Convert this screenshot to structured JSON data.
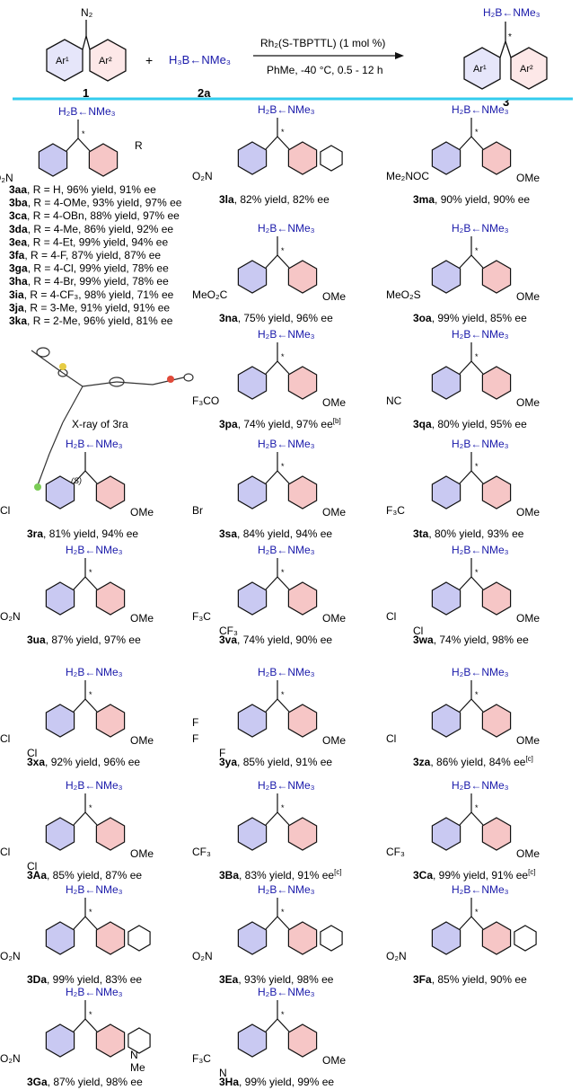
{
  "scheme": {
    "reactant1_label": "1",
    "reagent_label": "2a",
    "product_label": "3",
    "diazo_group": "N₂",
    "aryl1": "Ar¹",
    "aryl2": "Ar²",
    "plus_sign": "+",
    "reagent_formula": "H₃B←NMe₃",
    "condition_catalyst": "Rh₂(S-TBPTTL) (1 mol %)",
    "condition_solvent": "PhMe, -40 °C, 0.5 - 12 h",
    "product_fragment": "H₂B←NMe₃",
    "stereo_star": "*"
  },
  "colors": {
    "accent_line": "#33ccee",
    "left_ring": "#c9c9f2",
    "right_ring": "#f6c6c6",
    "boron": "#1a1aaa"
  },
  "panel_a_variants": [
    {
      "code": "3aa",
      "text": ", R = H, 96% yield, 91% ee"
    },
    {
      "code": "3ba",
      "text": ", R = 4-OMe, 93% yield, 97% ee"
    },
    {
      "code": "3ca",
      "text": ", R = 4-OBn, 88% yield, 97% ee"
    },
    {
      "code": "3da",
      "text": ", R = 4-Me, 86% yield, 92% ee"
    },
    {
      "code": "3ea",
      "text": ", R = 4-Et, 99% yield, 94% ee"
    },
    {
      "code": "3fa",
      "text": ", R = 4-F, 87% yield, 87% ee"
    },
    {
      "code": "3ga",
      "text": ", R = 4-Cl, 99% yield, 78% ee"
    },
    {
      "code": "3ha",
      "text": ", R = 4-Br, 99% yield, 78% ee"
    },
    {
      "code": "3ia",
      "text": ", R = 4-CF₃, 98% yield, 71% ee"
    },
    {
      "code": "3ja",
      "text": ", R = 3-Me, 91% yield, 91% ee"
    },
    {
      "code": "3ka",
      "text": ", R = 2-Me, 96% yield, 81% ee"
    }
  ],
  "xray_caption": "X-ray of 3ra",
  "compounds": [
    {
      "code": "3la",
      "text": ", 82% yield, 82% ee",
      "left": "O₂N",
      "right": "dioxolane",
      "sup": ""
    },
    {
      "code": "3ma",
      "text": ", 90% yield, 90% ee",
      "left": "Me₂NOC",
      "right": "OMe",
      "sup": ""
    },
    {
      "code": "3na",
      "text": ", 75% yield, 96% ee",
      "left": "MeO₂C",
      "right": "OMe",
      "sup": ""
    },
    {
      "code": "3oa",
      "text": ", 99% yield, 85% ee",
      "left": "MeO₂S",
      "right": "OMe",
      "sup": ""
    },
    {
      "code": "3pa",
      "text": ", 74% yield, 97% ee",
      "left": "F₃CO",
      "right": "OMe",
      "sup": "[b]"
    },
    {
      "code": "3qa",
      "text": ", 80% yield, 95% ee",
      "left": "NC",
      "right": "OMe",
      "sup": ""
    },
    {
      "code": "3ra",
      "text": ", 81% yield, 94% ee",
      "left": "Cl",
      "right": "OMe",
      "sup": "",
      "stereo": "(S)"
    },
    {
      "code": "3sa",
      "text": ", 84% yield, 94% ee",
      "left": "Br",
      "right": "OMe",
      "sup": ""
    },
    {
      "code": "3ta",
      "text": ", 80% yield, 93% ee",
      "left": "F₃C",
      "right": "OMe",
      "sup": ""
    },
    {
      "code": "3ua",
      "text": ", 87% yield, 97% ee",
      "left": "O₂N",
      "right": "OMe",
      "sup": ""
    },
    {
      "code": "3va",
      "text": ", 74% yield, 90% ee",
      "left": "F₃C",
      "left2": "CF₃",
      "right": "OMe",
      "sup": ""
    },
    {
      "code": "3wa",
      "text": ", 74% yield, 98% ee",
      "left": "Cl",
      "left2": "Cl",
      "right": "OMe",
      "sup": ""
    },
    {
      "code": "3xa",
      "text": ", 92% yield, 96% ee",
      "left": "Cl",
      "left2": "Cl",
      "right": "OMe",
      "sup": ""
    },
    {
      "code": "3ya",
      "text": ", 85% yield, 91% ee",
      "left": "F",
      "left2": "F",
      "left3": "F",
      "right": "OMe",
      "sup": ""
    },
    {
      "code": "3za",
      "text": ", 86% yield, 84% ee",
      "left": "Cl",
      "right": "OMe",
      "sup": "[c]"
    },
    {
      "code": "3Aa",
      "text": ", 85% yield, 87% ee",
      "left": "Cl",
      "left2": "Cl",
      "right": "OMe",
      "sup": ""
    },
    {
      "code": "3Ba",
      "text": ", 83% yield, 91% ee",
      "left": "CF₃",
      "right": "",
      "sup": "[c]"
    },
    {
      "code": "3Ca",
      "text": ", 99% yield, 91% ee",
      "left": "CF₃",
      "right": "OMe",
      "sup": "[c]"
    },
    {
      "code": "3Da",
      "text": ", 99% yield, 83% ee",
      "left": "O₂N",
      "right": "naphthyl",
      "sup": ""
    },
    {
      "code": "3Ea",
      "text": ", 93% yield, 98% ee",
      "left": "O₂N",
      "right": "benzodioxole",
      "sup": ""
    },
    {
      "code": "3Fa",
      "text": ", 85% yield, 90% ee",
      "left": "O₂N",
      "right": "benzofuran",
      "sup": ""
    },
    {
      "code": "3Ga",
      "text": ", 87% yield, 98% ee",
      "left": "O₂N",
      "right": "N-Me indole",
      "right_label": "N",
      "right_label2": "Me",
      "sup": ""
    },
    {
      "code": "3Ha",
      "text": ", 99% yield, 99% ee",
      "left": "F₃C",
      "left2": "N",
      "right": "OMe",
      "sup": ""
    }
  ]
}
